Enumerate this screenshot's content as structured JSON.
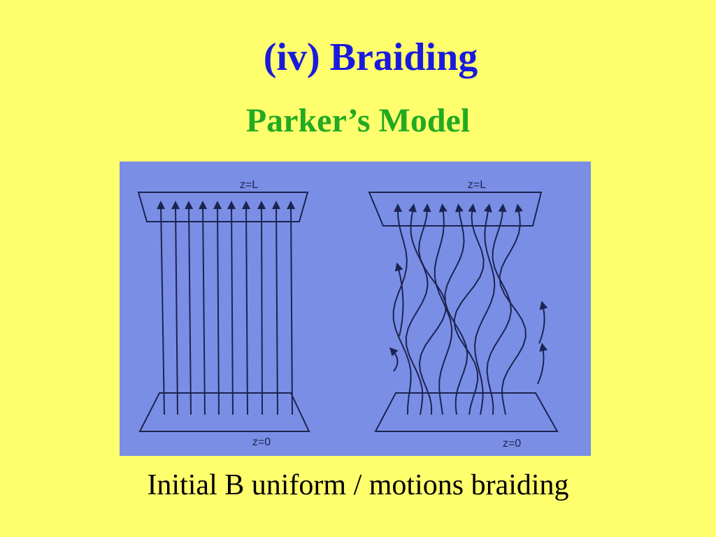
{
  "slide": {
    "title": "(iv) Braiding",
    "subtitle": "Parker’s Model",
    "caption": "Initial B uniform / motions braiding"
  },
  "figure": {
    "left_panel": {
      "top_label": "z=L",
      "bottom_label": "z=0"
    },
    "right_panel": {
      "top_label": "z=L",
      "bottom_label": "z=0"
    }
  },
  "colors": {
    "background": "#ffff6e",
    "title": "#1a1adc",
    "subtitle": "#22aa22",
    "figure_bg": "#7b8ee6",
    "ink": "#1b2450"
  }
}
